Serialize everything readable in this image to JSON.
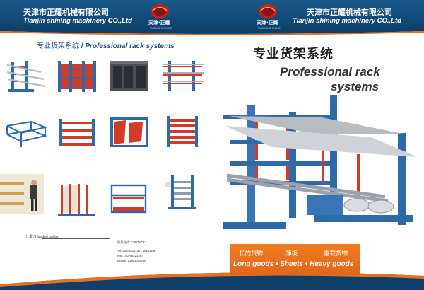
{
  "header": {
    "company_cn_left": "天津市正耀机械有限公司",
    "company_en_left": "Tianjin shining machinery CO.,Ltd",
    "company_cn_right": "天津市正耀机械有限公司",
    "company_en_right": "Tianjin shining machinery CO.,Ltd",
    "logo_cn": "天津·正耀",
    "logo_en": "TIANJIN SHINING",
    "brand_color": "#114a78"
  },
  "left_panel": {
    "title_cn": "专业货架系统",
    "title_sep": " / ",
    "title_en": "Professional rack systems",
    "thumbnails": [
      "cantilever-rack-thumb",
      "red-blue-rack-thumb",
      "enclosed-rack-thumb",
      "pipe-rack-thumb",
      "frame-rack-thumb",
      "drawer-rack-thumb",
      "sheet-rack-thumb",
      "multi-tier-rack-thumb",
      "shelf-worker-thumb",
      "vertical-panel-rack-thumb",
      "roller-frame-thumb",
      "sheet-tower-thumb"
    ],
    "handout_label": "分发 / Handed out by:",
    "contact": {
      "heading": "联系方式:  CONTACT",
      "tel": "Tel: 022-58221297  58221296",
      "fax": "Fax:   022-58221297",
      "mobile": "Mobile:  13902024680"
    }
  },
  "right_panel": {
    "title_cn": "专业货架系统",
    "title_en_line1": "Professional rack",
    "title_en_line2": "systems"
  },
  "banner": {
    "cn_items": [
      "长的货物",
      "薄板",
      "重载货物"
    ],
    "en_text": "Long goods • Sheets • Heavy goods",
    "color": "#e8701c"
  }
}
